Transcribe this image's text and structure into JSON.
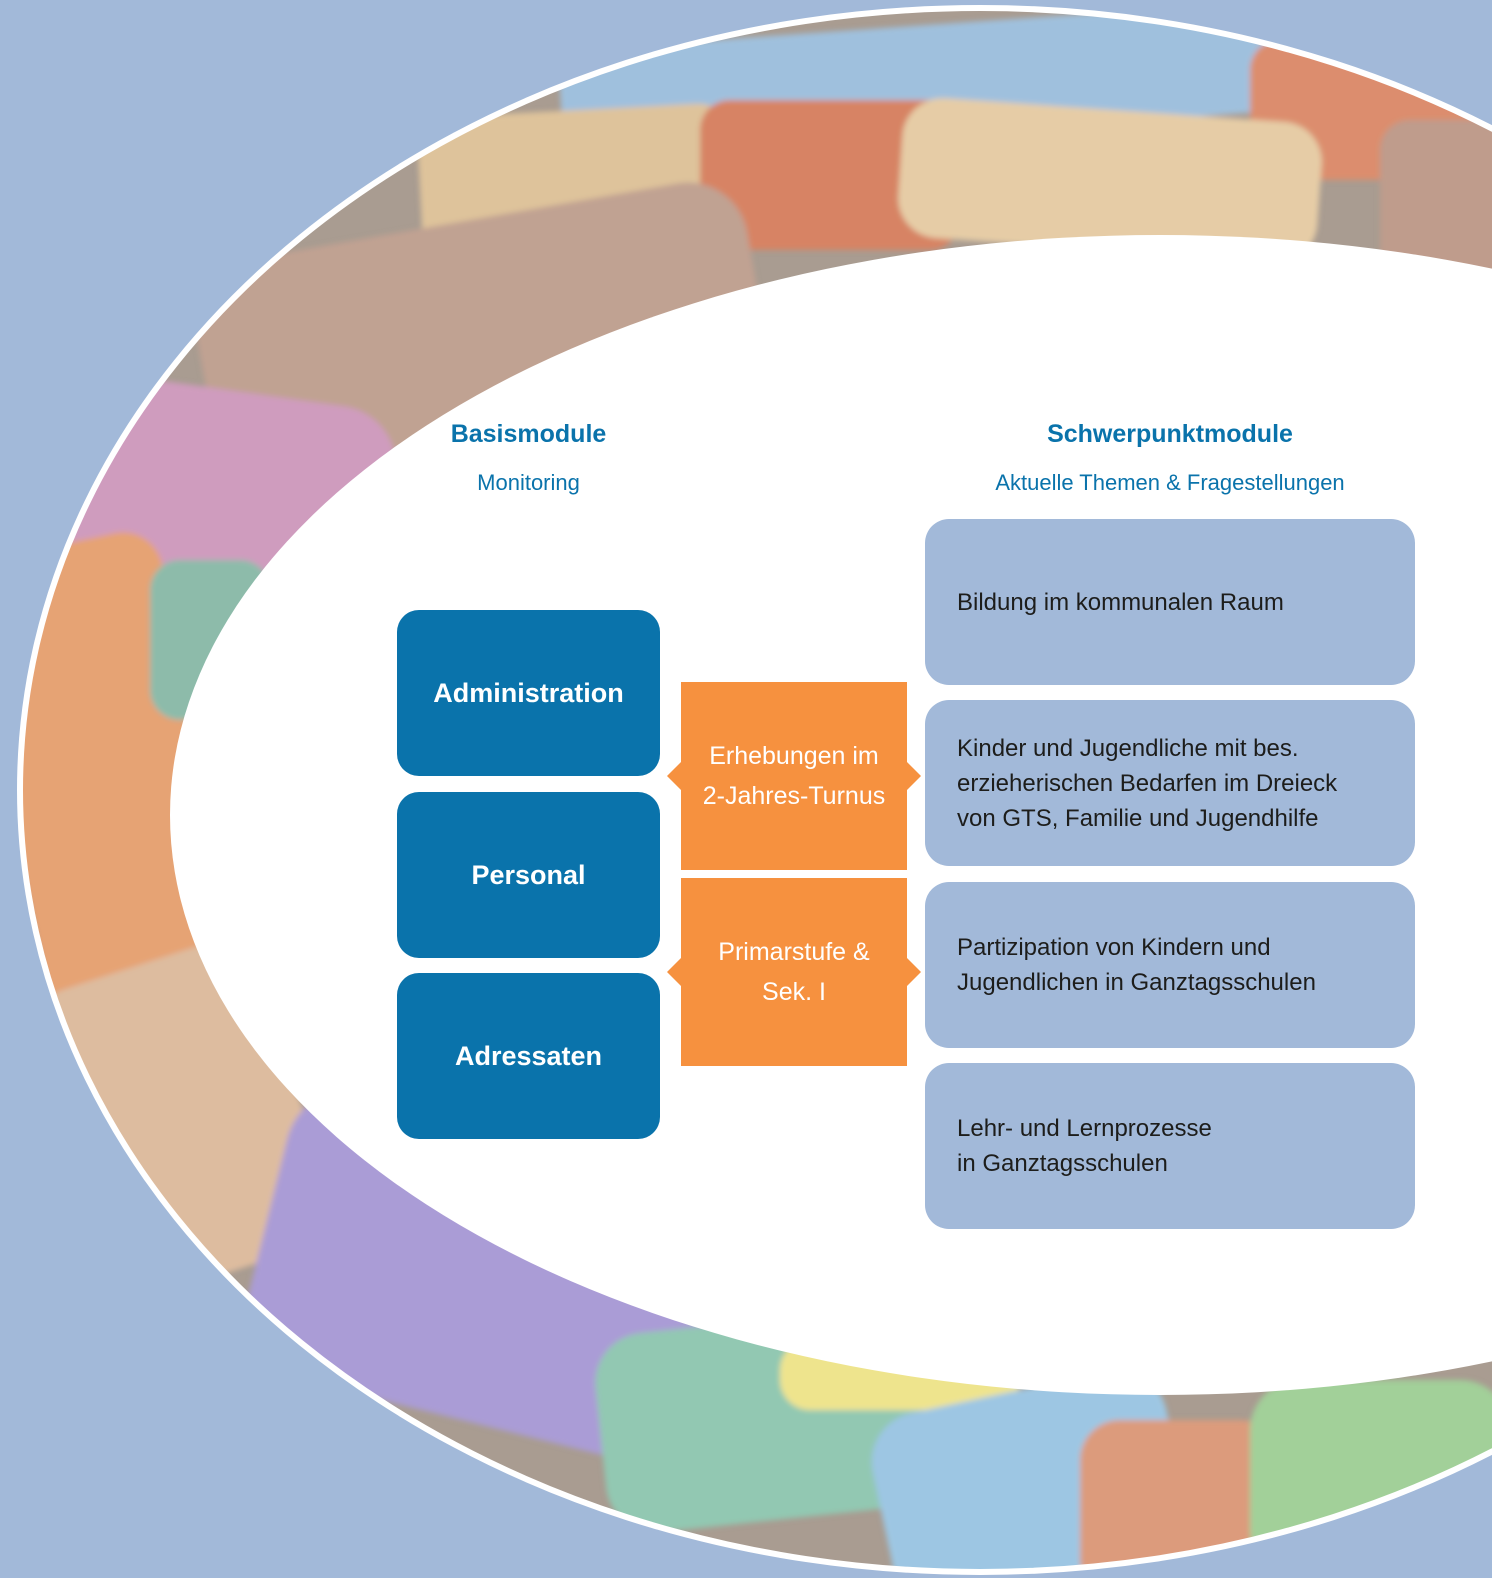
{
  "colors": {
    "page_background": "#a2b9d9",
    "basis_blue": "#0a73ab",
    "orange": "#f6913f",
    "focus_box": "#a2b9d9",
    "white_area": "#ffffff"
  },
  "left_column": {
    "title": "Basismodule",
    "subtitle": "Monitoring",
    "modules": [
      {
        "label": "Administration"
      },
      {
        "label": "Personal"
      },
      {
        "label": "Adressaten"
      }
    ]
  },
  "middle_column": {
    "items": [
      {
        "label": "Erhebungen im\n2-Jahres-Turnus"
      },
      {
        "label": "Primarstufe &\nSek. I"
      }
    ]
  },
  "right_column": {
    "title": "Schwerpunktmodule",
    "subtitle": "Aktuelle Themen & Fragestellungen",
    "modules": [
      {
        "label": "Bildung im kommunalen Raum"
      },
      {
        "label": "Kinder und Jugendliche mit bes.\nerzieherischen Bedarfen im Dreieck\nvon GTS, Familie und Jugendhilfe"
      },
      {
        "label": "Partizipation von Kindern und\nJugendlichen in Ganztagsschulen"
      },
      {
        "label": "Lehr- und Lernprozesse\nin Ganztagsschulen"
      }
    ]
  },
  "background_image": {
    "description_icon": "chalk-photo-image"
  }
}
